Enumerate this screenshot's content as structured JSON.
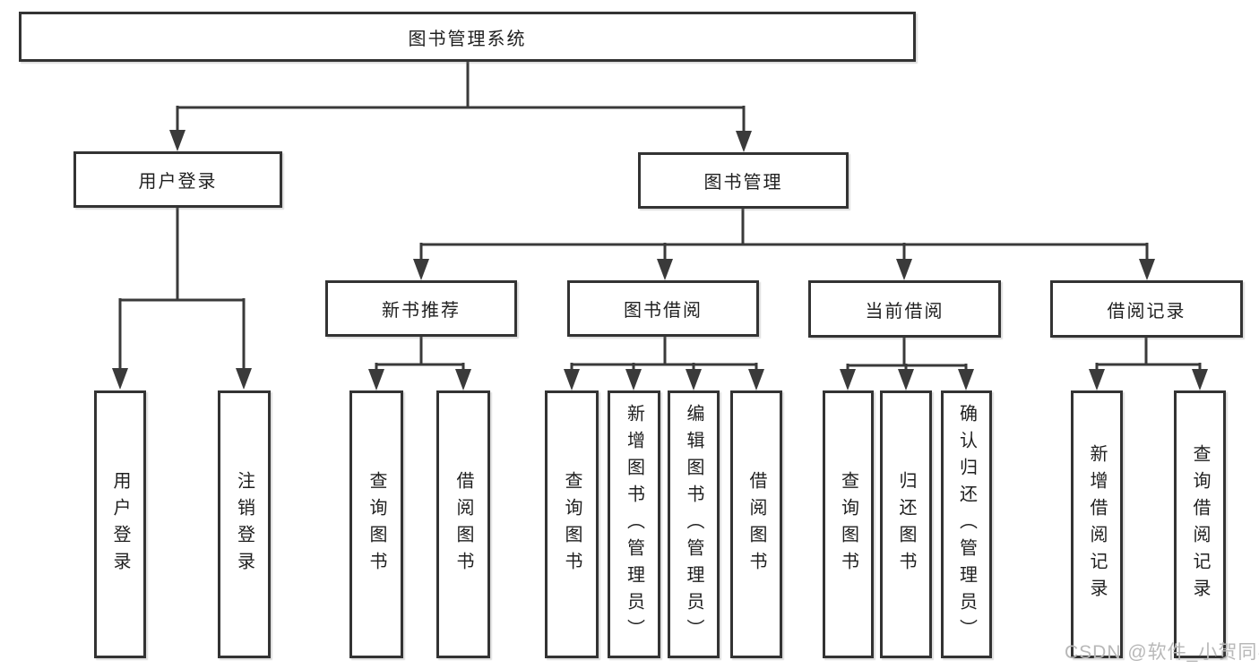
{
  "tree": {
    "label": "图书管理系统",
    "children": [
      {
        "label": "用户登录",
        "children": [
          {
            "label": "用户登录"
          },
          {
            "label": "注销登录"
          }
        ]
      },
      {
        "label": "图书管理",
        "children": [
          {
            "label": "新书推荐",
            "children": [
              {
                "label": "查询图书"
              },
              {
                "label": "借阅图书"
              }
            ]
          },
          {
            "label": "图书借阅",
            "children": [
              {
                "label": "查询图书"
              },
              {
                "label": "新增图书（管理员）"
              },
              {
                "label": "编辑图书（管理员）"
              },
              {
                "label": "借阅图书"
              }
            ]
          },
          {
            "label": "当前借阅",
            "children": [
              {
                "label": "查询图书"
              },
              {
                "label": "归还图书"
              },
              {
                "label": "确认归还（管理员）"
              }
            ]
          },
          {
            "label": "借阅记录",
            "children": [
              {
                "label": "新增借阅记录"
              },
              {
                "label": "查询借阅记录"
              }
            ]
          }
        ]
      }
    ]
  },
  "watermark": {
    "text": "CSDN @软件_小贺同学"
  },
  "colors": {
    "line": "#3a3a3a",
    "box_border": "#333333",
    "box_fill": "#ffffff",
    "text": "#1f1f1f",
    "watermark": "#b8b8b8",
    "background": "#ffffff"
  }
}
